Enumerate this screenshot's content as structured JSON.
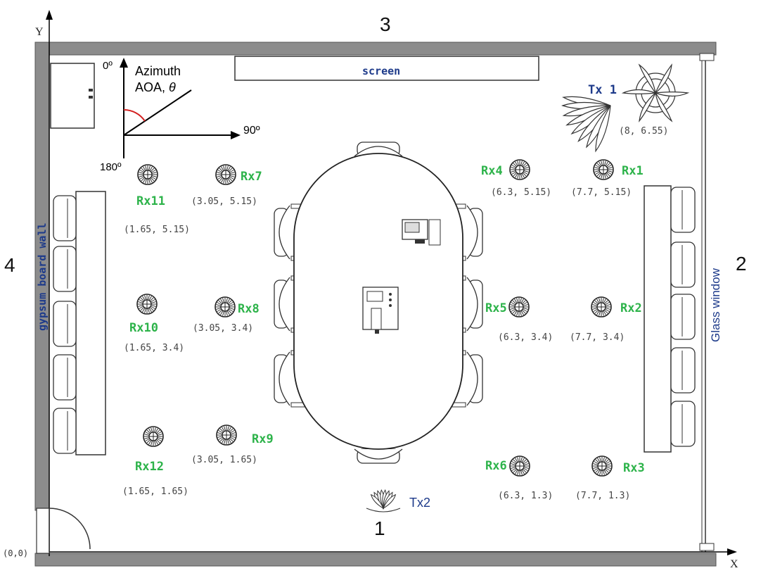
{
  "axes": {
    "y_label": "Y",
    "x_label": "X",
    "origin_label": "(0,0)"
  },
  "walls": {
    "top": "3",
    "right": "2",
    "bottom": "1",
    "left": "4"
  },
  "room": {
    "screen": "screen",
    "left_wall": "gypsum board wall",
    "right_wall": "Glass window"
  },
  "legend": {
    "zero": "0º",
    "line1": "Azimuth",
    "line2": "AOA, ",
    "theta": "θ",
    "ninety": "90º",
    "one80": "180º"
  },
  "transmitters": [
    {
      "id": "tx1",
      "label": "Tx 1",
      "coord": "(8, 6.55)"
    },
    {
      "id": "tx2",
      "label": "Tx2",
      "coord": ""
    }
  ],
  "receivers": [
    {
      "label": "Rx1",
      "coord": "(7.7, 5.15)"
    },
    {
      "label": "Rx2",
      "coord": "(7.7, 3.4)"
    },
    {
      "label": "Rx3",
      "coord": "(7.7, 1.3)"
    },
    {
      "label": "Rx4",
      "coord": "(6.3, 5.15)"
    },
    {
      "label": "Rx5",
      "coord": "(6.3, 3.4)"
    },
    {
      "label": "Rx6",
      "coord": "(6.3, 1.3)"
    },
    {
      "label": "Rx7",
      "coord": "(3.05, 5.15)"
    },
    {
      "label": "Rx8",
      "coord": "(3.05, 3.4)"
    },
    {
      "label": "Rx9",
      "coord": "(3.05, 1.65)"
    },
    {
      "label": "Rx10",
      "coord": "(1.65, 3.4)"
    },
    {
      "label": "Rx11",
      "coord": "(1.65, 5.15)"
    },
    {
      "label": "Rx12",
      "coord": "(1.65, 1.65)"
    }
  ],
  "colors": {
    "receiver_label": "#2db34a",
    "tx_label": "#1d3a8a",
    "wall": "#8a8a8a"
  }
}
